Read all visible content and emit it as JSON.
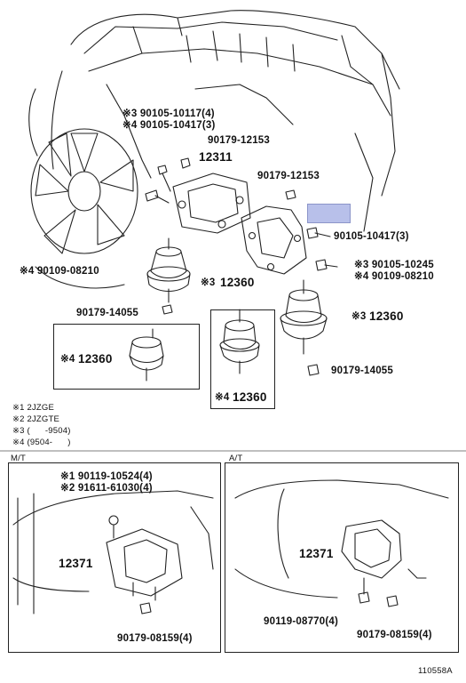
{
  "title_parts": {
    "p12311": "12311",
    "p12360_a": "12360",
    "p12360_b": "12360",
    "p12360_c": "12360",
    "p12360_d": "12360",
    "p12371_mt": "12371",
    "p12371_at": "12371"
  },
  "labels": {
    "l1a": "※3 90105-10117(4)",
    "l1b": "※4 90105-10417(3)",
    "l2": "90179-12153",
    "l3": "90179-12153",
    "l4": "90105-10417(3)",
    "l5a": "※3 90105-10245",
    "l5b": "※4 90109-08210",
    "l6": "※4 90109-08210",
    "l6mark": "※3",
    "l7": "90179-14055",
    "l8mark": "※3",
    "l9": "90179-14055",
    "l10mark": "※4",
    "l11mark": "※4"
  },
  "legend": [
    {
      "mark": "※1",
      "text": "2JZGE"
    },
    {
      "mark": "※2",
      "text": "2JZGTE"
    },
    {
      "mark": "※3",
      "text": "(      -9504)"
    },
    {
      "mark": "※4",
      "text": "(9504-      )"
    }
  ],
  "sections": {
    "mt_title": "M/T",
    "at_title": "A/T",
    "mt_l1": "※1 90119-10524(4)",
    "mt_l2": "※2 91611-61030(4)",
    "mt_l3": "90179-08159(4)",
    "at_l1": "90119-08770(4)",
    "at_l2": "90179-08159(4)"
  },
  "diagram_id": "110558A",
  "highlight_color": "#b8c0ea"
}
